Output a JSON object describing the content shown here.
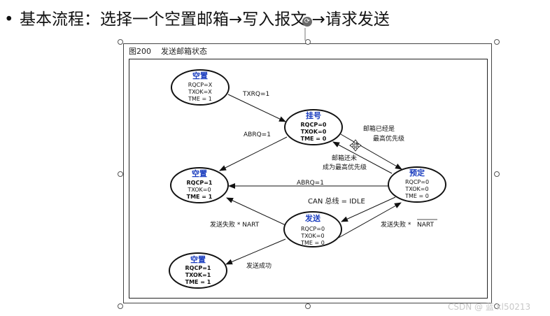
{
  "heading": {
    "bullet": "•",
    "text": "基本流程：选择一个空置邮箱→写入报文 →请求发送"
  },
  "figure": {
    "number": "图200",
    "title": "发送邮箱状态"
  },
  "states": {
    "empty_top": {
      "title": "空置",
      "lines": [
        "RQCP=X",
        "TXOK=X",
        "TME = 1"
      ]
    },
    "pending": {
      "title": "挂号",
      "lines": [
        "RQCP=0",
        "TXOK=0",
        "TME = 0"
      ]
    },
    "empty_mid": {
      "title": "空置",
      "lines": [
        "RQCP=1",
        "TXOK=0",
        "TME = 1"
      ]
    },
    "scheduled": {
      "title": "预定",
      "lines": [
        "RQCP=0",
        "TXOK=0",
        "TME = 0"
      ]
    },
    "transmit": {
      "title": "发送",
      "lines": [
        "RQCP=0",
        "TXOK=0",
        "TME = 0"
      ]
    },
    "empty_bottom": {
      "title": "空置",
      "lines": [
        "RQCP=1",
        "TXOK=1",
        "TME = 1"
      ]
    }
  },
  "transitions": {
    "txrq": "TXRQ=1",
    "abrq_pending": "ABRQ=1",
    "highest_priority": [
      "邮箱已经是",
      "最高优先级"
    ],
    "not_highest": [
      "邮箱还未",
      "成为最高优先级"
    ],
    "abrq_scheduled": "ABRQ=1",
    "can_idle": "CAN 总线 = IDLE",
    "fail_nart_left": "发送失败 * NART",
    "fail_nart_right_prefix": "发送失败 * ",
    "fail_nart_right_overlined": "NART",
    "success": "发送成功"
  },
  "watermark": "CSDN @ 蓝 kl50213",
  "colors": {
    "state_title": "#1a3dbf",
    "stroke": "#111111"
  }
}
